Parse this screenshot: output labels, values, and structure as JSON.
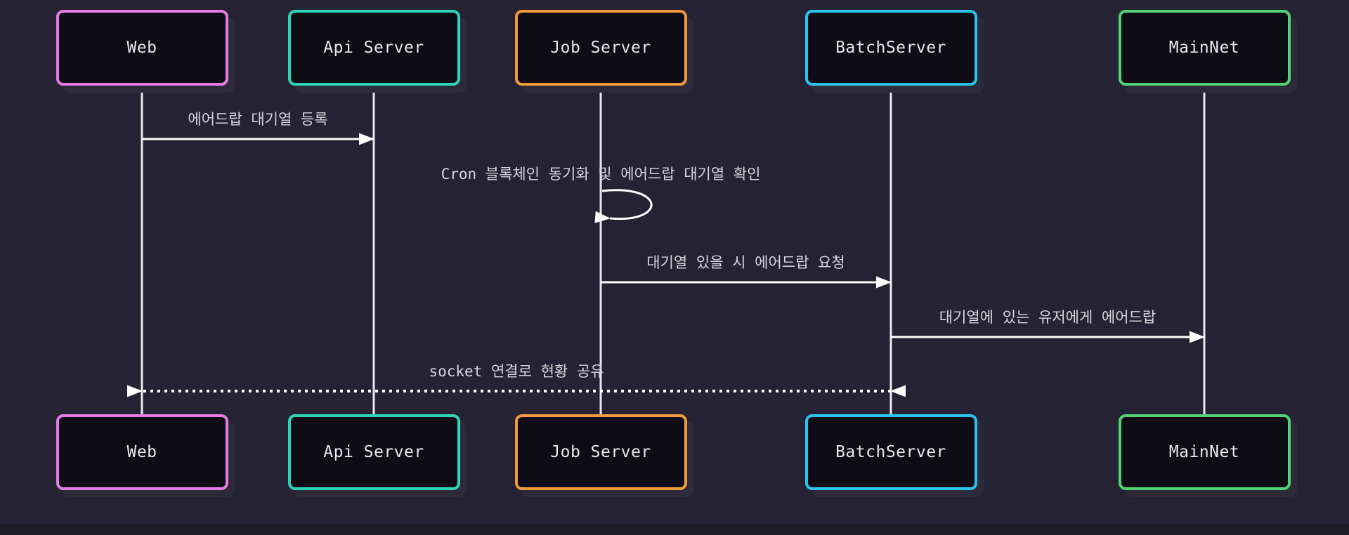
{
  "diagram": {
    "type": "sequence-diagram",
    "actors": [
      {
        "id": "web",
        "label": "Web",
        "border_color": "#e57be5"
      },
      {
        "id": "api",
        "label": "Api Server",
        "border_color": "#2fd3b5"
      },
      {
        "id": "job",
        "label": "Job Server",
        "border_color": "#f09a3e"
      },
      {
        "id": "batch",
        "label": "BatchServer",
        "border_color": "#2bc3ee"
      },
      {
        "id": "main",
        "label": "MainNet",
        "border_color": "#4fd374"
      }
    ],
    "messages": [
      {
        "text": "에어드랍 대기열 등록",
        "from": "web",
        "to": "api",
        "line": "solid",
        "arrow": "right"
      },
      {
        "text": "Cron 블록체인 동기화 및 에어드랍 대기열 확인",
        "from": "job",
        "to": "job",
        "line": "solid",
        "arrow": "self"
      },
      {
        "text": "대기열 있을 시 에어드랍 요청",
        "from": "job",
        "to": "batch",
        "line": "solid",
        "arrow": "right"
      },
      {
        "text": "대기열에 있는 유저에게 에어드랍",
        "from": "batch",
        "to": "main",
        "line": "solid",
        "arrow": "right"
      },
      {
        "text": "socket 연결로 현황 공유",
        "from": "batch",
        "to": "web",
        "line": "dotted",
        "arrow": "both"
      }
    ],
    "colors": {
      "background": "#252333",
      "box_fill": "#0e0d15",
      "box_shadow": "#2d2b39",
      "lifeline": "#e8e8ee",
      "arrow": "#ffffff",
      "message_text": "#d6d6dc",
      "actor_text": "#e8e8e8"
    }
  }
}
